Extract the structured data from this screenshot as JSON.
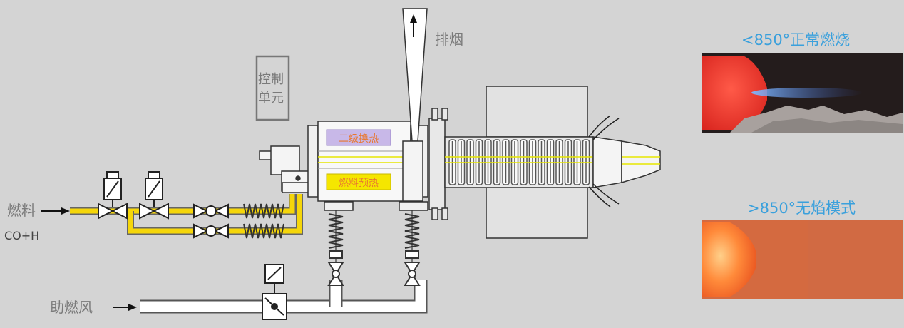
{
  "labels": {
    "exhaust": "排烟",
    "control_unit_line1": "控制",
    "control_unit_line2": "单元",
    "fuel": "燃料",
    "fuel_formula": "CO+H",
    "combustion_air": "助燃风",
    "secondary_heat_exchange": "二级换热",
    "fuel_preheat": "燃料预热"
  },
  "photos": {
    "normal": {
      "caption": "<850°正常燃烧"
    },
    "flameless": {
      "caption": ">850°无焰模式"
    }
  },
  "colors": {
    "background": "#d4d4d4",
    "fuel_pipe": "#f5d60a",
    "air_pipe": "#ffffff",
    "label_text": "#7a7a7a",
    "caption_text": "#3aa0dc",
    "preheat_box": "#f5e600",
    "heat_exchange_box": "#c8b8e8",
    "box_text": "#e87830"
  }
}
